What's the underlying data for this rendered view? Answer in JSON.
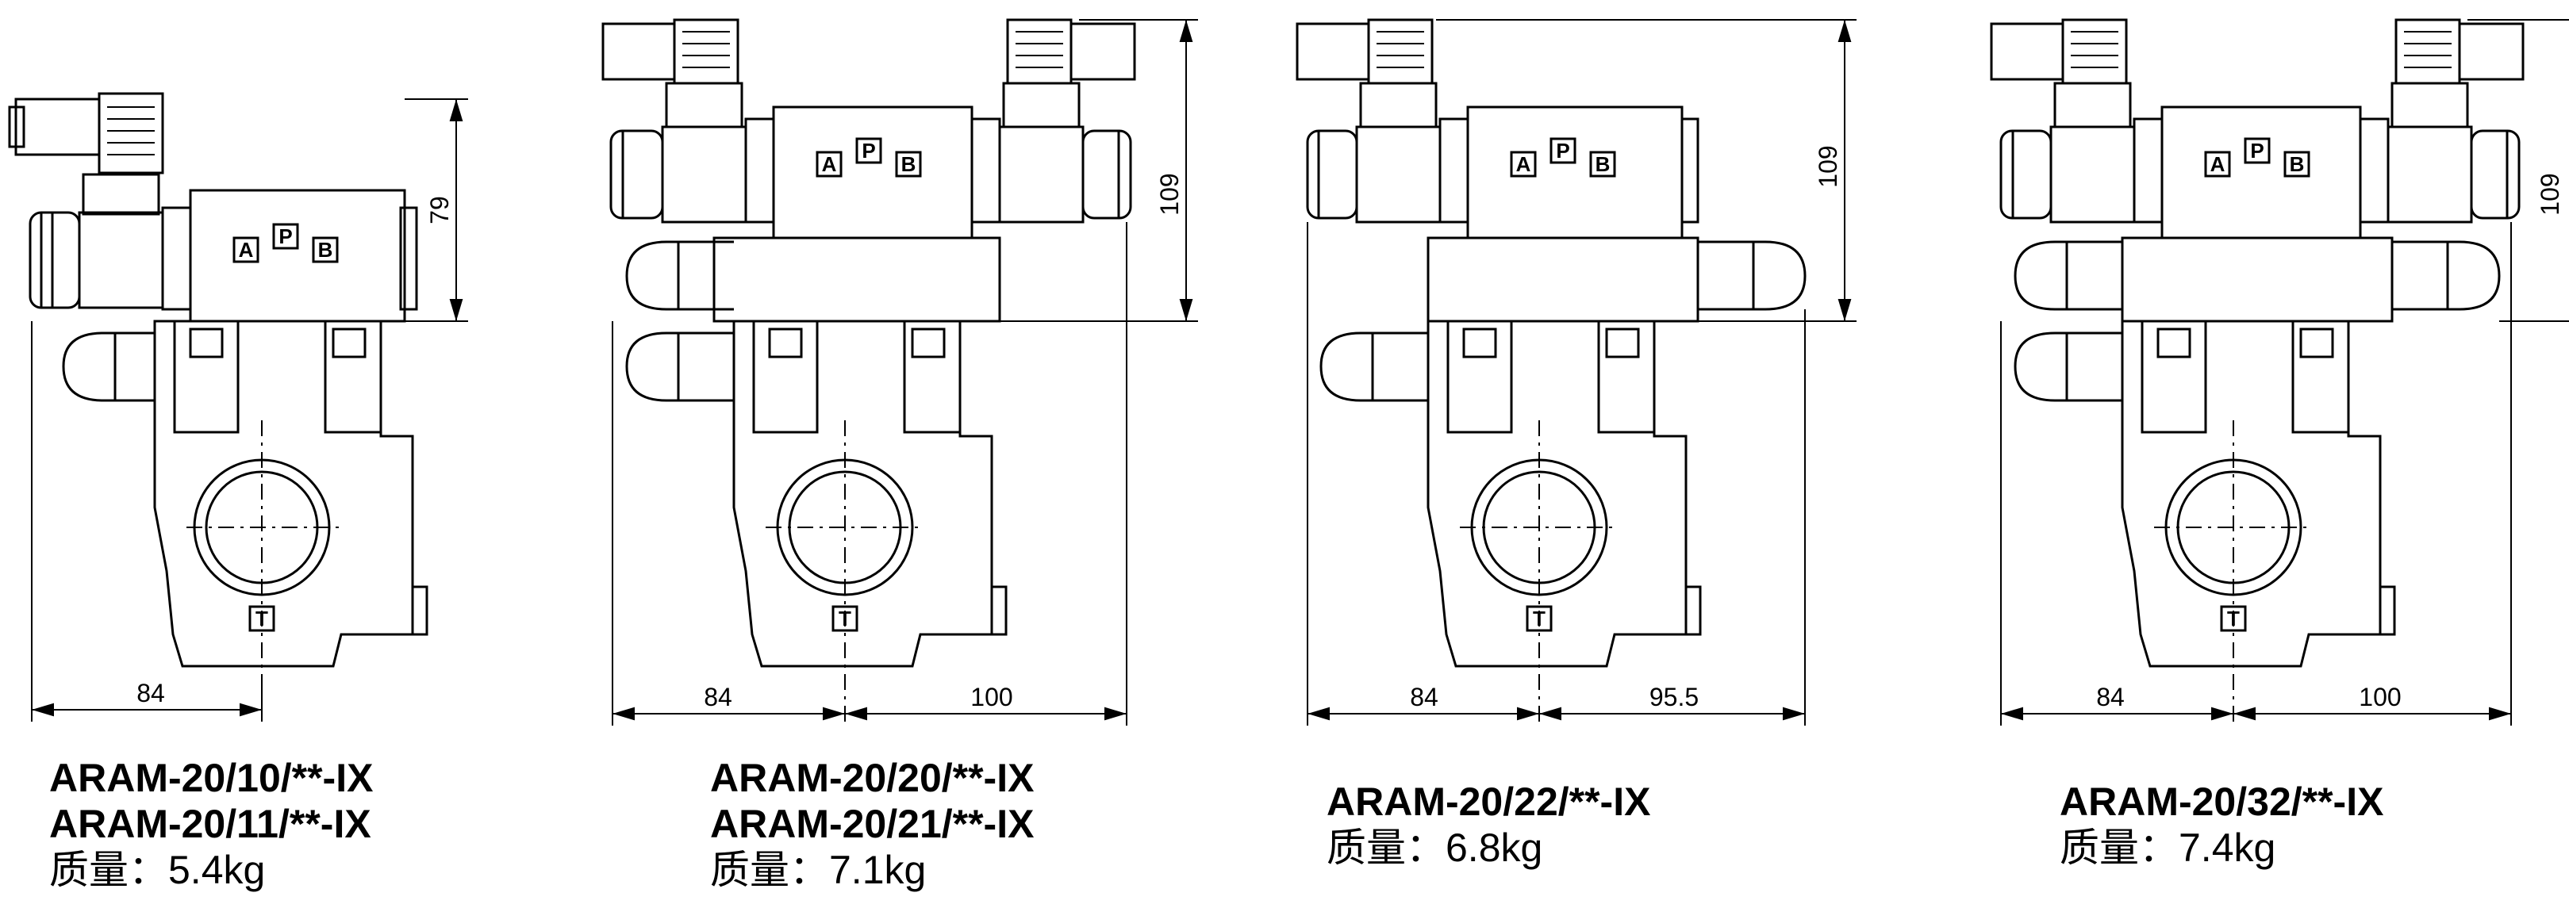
{
  "variants": [
    {
      "models": [
        "ARAM-20/10/**-IX",
        "ARAM-20/11/**-IX"
      ],
      "mass": "质量：5.4kg",
      "dims": {
        "height": "79",
        "left": "84"
      },
      "solenoids": 1
    },
    {
      "models": [
        "ARAM-20/20/**-IX",
        "ARAM-20/21/**-IX"
      ],
      "mass": "质量：7.1kg",
      "dims": {
        "height": "109",
        "left": "84",
        "right": "100"
      },
      "solenoids": 2
    },
    {
      "models": [
        "ARAM-20/22/**-IX"
      ],
      "mass": "质量：6.8kg",
      "dims": {
        "height": "109",
        "left": "84",
        "right": "95.5"
      },
      "solenoids": 1
    },
    {
      "models": [
        "ARAM-20/32/**-IX"
      ],
      "mass": "质量：7.4kg",
      "dims": {
        "height": "109",
        "left": "84",
        "right": "100"
      },
      "solenoids": 2
    }
  ],
  "ports": {
    "a": "A",
    "p": "P",
    "b": "B",
    "t": "T"
  },
  "colors": {
    "line": "#000000",
    "background": "#ffffff"
  }
}
